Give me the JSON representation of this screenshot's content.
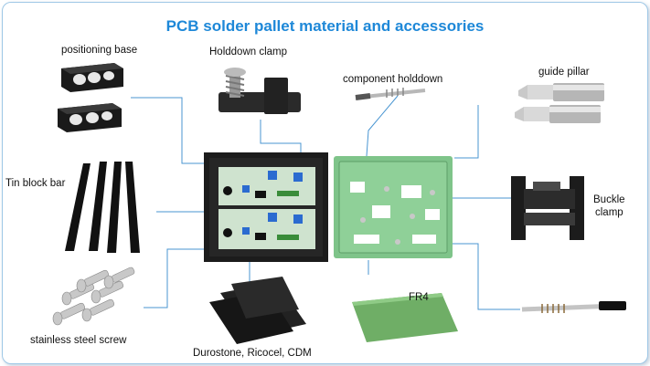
{
  "title": "PCB solder pallet material and accessories",
  "labels": {
    "positioning_base": "positioning base",
    "holddown_clamp": "Holddown clamp",
    "component_holddown": "component holddown",
    "guide_pillar": "guide pillar",
    "tin_block_bar": "Tin block bar",
    "buckle": "Buckle",
    "clamp": "clamp",
    "stainless_steel_screw": "stainless steel screw",
    "durostone": "Durostone, Ricocel, CDM",
    "fr4": "FR4"
  },
  "colors": {
    "title": "#1e88d8",
    "leader_line": "#4a96d2",
    "pallet_black": "#1c1c1c",
    "pcb_green": "#7fc48a"
  }
}
